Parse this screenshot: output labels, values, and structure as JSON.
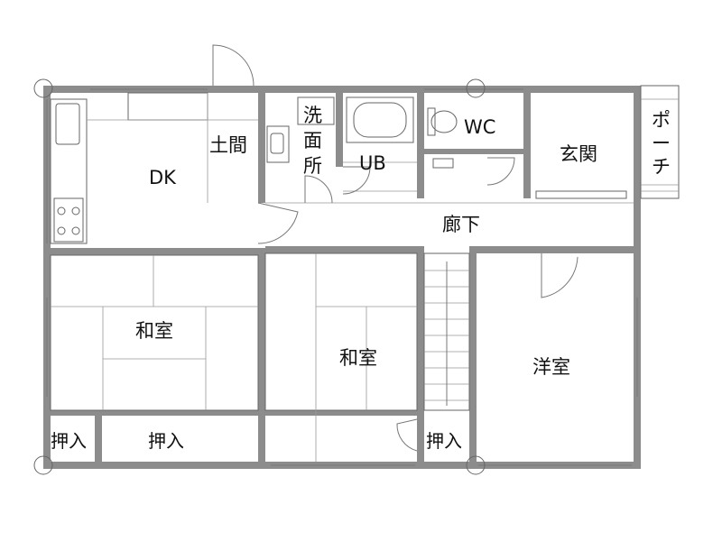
{
  "rooms": {
    "dk": "DK",
    "doma": "土間",
    "senmen_1": "洗",
    "senmen_2": "面",
    "senmen_3": "所",
    "ub": "UB",
    "wc": "WC",
    "genkan": "玄関",
    "porch_1": "ポ",
    "porch_2": "ー",
    "porch_3": "チ",
    "rouka": "廊下",
    "washitsu_left": "和室",
    "washitsu_center": "和室",
    "youshitsu": "洋室",
    "oshiire_1": "押入",
    "oshiire_2": "押入",
    "oshiire_3": "押入"
  },
  "colors": {
    "wall": "#8c8c8c",
    "line": "#777777",
    "background": "#ffffff"
  }
}
